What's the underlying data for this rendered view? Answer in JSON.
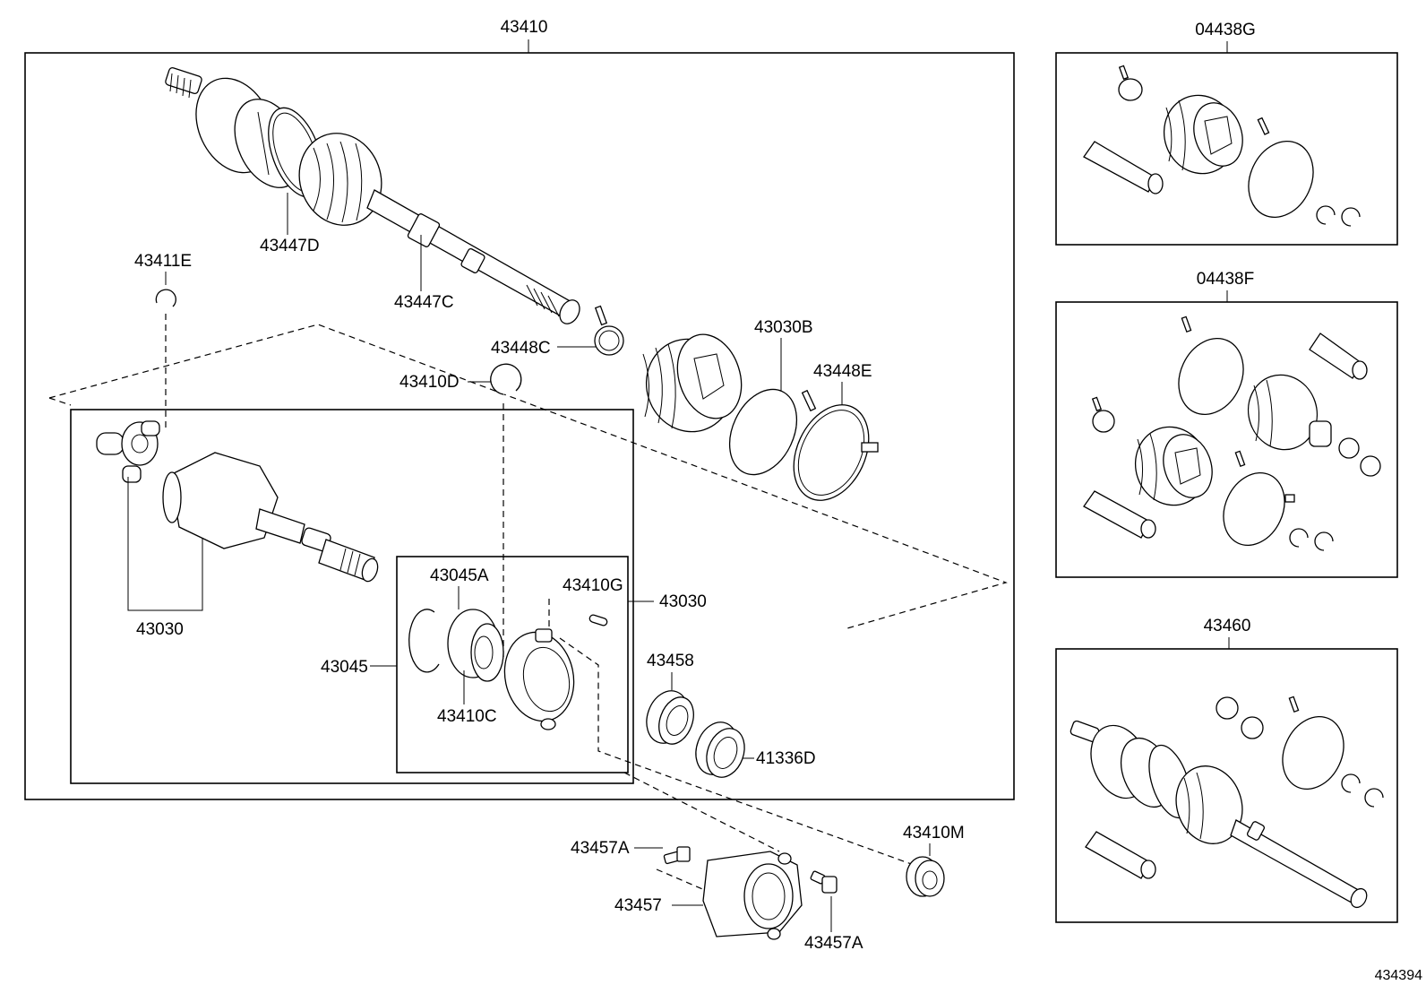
{
  "diagram": {
    "main_assembly": {
      "label": "43410",
      "callouts": {
        "p43447D": "43447D",
        "p43447C": "43447C",
        "p43411E": "43411E",
        "p43448C": "43448C",
        "p43410D": "43410D",
        "p43030B": "43030B",
        "p43448E": "43448E",
        "p43030_left": "43030",
        "p43030_right": "43030",
        "p43045": "43045",
        "p43045A": "43045A",
        "p43410G": "43410G",
        "p43410C": "43410C",
        "p43458": "43458",
        "p41336D": "41336D"
      }
    },
    "outside_parts": {
      "p43457A_top": "43457A",
      "p43457": "43457",
      "p43457A_bottom": "43457A",
      "p43410M": "43410M"
    },
    "kits": [
      {
        "label": "04438G"
      },
      {
        "label": "04438F"
      },
      {
        "label": "43460"
      }
    ],
    "figure_number": "434394"
  }
}
